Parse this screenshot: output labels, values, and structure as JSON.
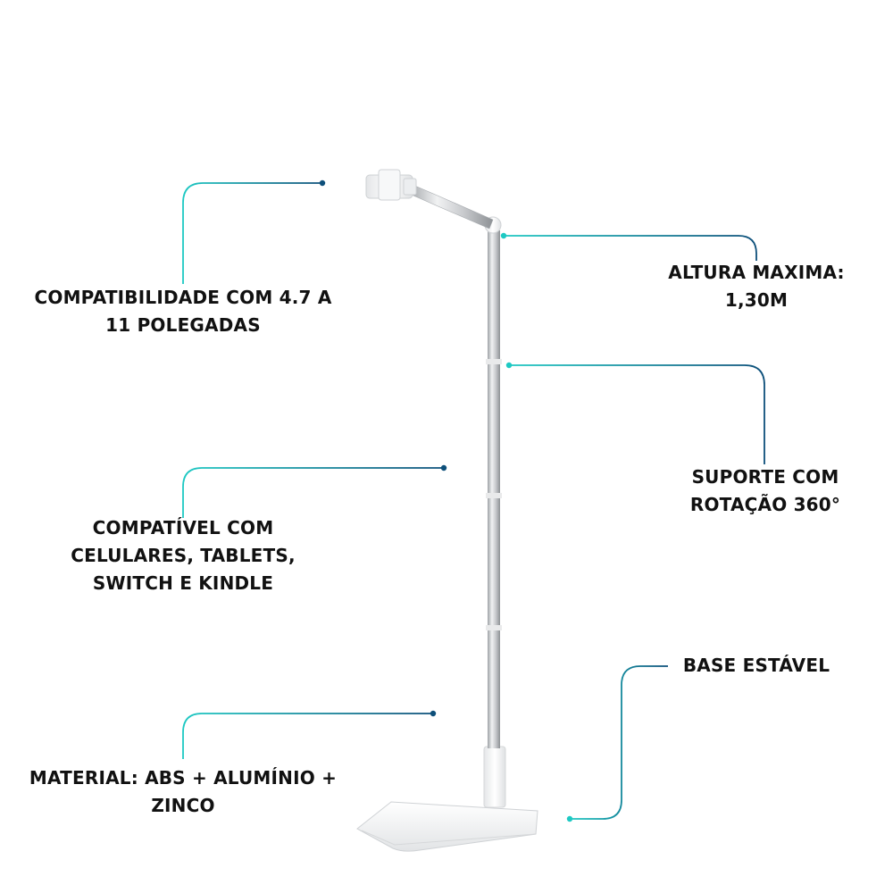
{
  "colors": {
    "line_start": "#1ec9c3",
    "line_end": "#0d4f7a",
    "text": "#111111",
    "pole": "#c7c9cc",
    "plastic": "#f3f4f5"
  },
  "labels": {
    "compat_size": [
      "COMPATIBILIDADE COM 4.7 A",
      "11 POLEGADAS"
    ],
    "altura": [
      "ALTURA MAXIMA:",
      "1,30M"
    ],
    "rotacao": [
      "SUPORTE COM",
      "ROTAÇÃO 360°"
    ],
    "devices": [
      "COMPATÍVEL COM",
      "CELULARES, TABLETS,",
      "SWITCH E KINDLE"
    ],
    "base": [
      "BASE ESTÁVEL"
    ],
    "material": [
      "MATERIAL: ABS + ALUMÍNIO +",
      "ZINCO"
    ]
  }
}
